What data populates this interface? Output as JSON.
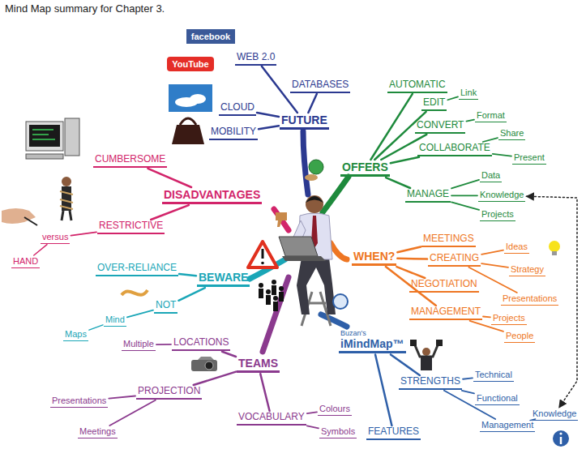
{
  "diagram": {
    "title": "Mind Map summary for Chapter 3.",
    "nodes": [
      {
        "text": [
          "FUTURE"
        ]
      },
      {
        "text": [
          "WEB 2.0"
        ]
      },
      {
        "text": [
          "DATABASES"
        ]
      },
      {
        "text": [
          "CLOUD"
        ]
      },
      {
        "text": [
          "MOBILITY"
        ]
      },
      {
        "text": [
          "OFFERS"
        ]
      },
      {
        "text": [
          "AUTOMATIC"
        ]
      },
      {
        "text": [
          "EDIT"
        ]
      },
      {
        "text": [
          "Link"
        ]
      },
      {
        "text": [
          "CONVERT"
        ]
      },
      {
        "text": [
          "Format"
        ]
      },
      {
        "text": [
          "COLLABORATE"
        ]
      },
      {
        "text": [
          "Share"
        ]
      },
      {
        "text": [
          "Present"
        ]
      },
      {
        "text": [
          "MANAGE"
        ]
      },
      {
        "text": [
          "Data"
        ]
      },
      {
        "text": [
          "Knowledge"
        ]
      },
      {
        "text": [
          "Projects"
        ]
      },
      {
        "text": [
          "WHEN?"
        ]
      },
      {
        "text": [
          "MEETINGS"
        ]
      },
      {
        "text": [
          "CREATING"
        ]
      },
      {
        "text": [
          "Ideas"
        ]
      },
      {
        "text": [
          "Strategy"
        ]
      },
      {
        "text": [
          "Presentations"
        ]
      },
      {
        "text": [
          "NEGOTIATION"
        ]
      },
      {
        "text": [
          "MANAGEMENT"
        ]
      },
      {
        "text": [
          "Projects"
        ]
      },
      {
        "text": [
          "People"
        ]
      },
      {
        "text": [
          "Buzan's",
          "iMindMap™"
        ]
      },
      {
        "text": [
          "STRENGTHS"
        ]
      },
      {
        "text": [
          "Technical"
        ]
      },
      {
        "text": [
          "Functional"
        ]
      },
      {
        "text": [
          "Management"
        ]
      },
      {
        "text": [
          "Knowledge"
        ]
      },
      {
        "text": [
          "FEATURES"
        ]
      },
      {
        "text": [
          "TEAMS"
        ]
      },
      {
        "text": [
          "LOCATIONS"
        ]
      },
      {
        "text": [
          "Multiple"
        ]
      },
      {
        "text": [
          "PROJECTION"
        ]
      },
      {
        "text": [
          "Presentations"
        ]
      },
      {
        "text": [
          "Meetings"
        ]
      },
      {
        "text": [
          "VOCABULARY"
        ]
      },
      {
        "text": [
          "Colours"
        ]
      },
      {
        "text": [
          "Symbols"
        ]
      },
      {
        "text": [
          "BEWARE"
        ]
      },
      {
        "text": [
          "OVER-RELIANCE"
        ]
      },
      {
        "text": [
          "NOT"
        ]
      },
      {
        "text": [
          "Mind"
        ]
      },
      {
        "text": [
          "Maps"
        ]
      },
      {
        "text": [
          "DISADVANTAGES"
        ]
      },
      {
        "text": [
          "CUMBERSOME"
        ]
      },
      {
        "text": [
          "RESTRICTIVE"
        ]
      },
      {
        "text": [
          "versus"
        ]
      },
      {
        "text": [
          "HAND"
        ]
      }
    ],
    "edges": [
      {
        "from": 0,
        "to": 1,
        "arrow": "none"
      },
      {
        "from": 0,
        "to": 2,
        "arrow": "none"
      },
      {
        "from": 0,
        "to": 3,
        "arrow": "none"
      },
      {
        "from": 0,
        "to": 4,
        "arrow": "none"
      },
      {
        "from": 5,
        "to": 6,
        "arrow": "none"
      },
      {
        "from": 5,
        "to": 7,
        "arrow": "none"
      },
      {
        "from": 7,
        "to": 8,
        "arrow": "none"
      },
      {
        "from": 5,
        "to": 9,
        "arrow": "none"
      },
      {
        "from": 9,
        "to": 10,
        "arrow": "none"
      },
      {
        "from": 5,
        "to": 11,
        "arrow": "none"
      },
      {
        "from": 11,
        "to": 12,
        "arrow": "none"
      },
      {
        "from": 11,
        "to": 13,
        "arrow": "none"
      },
      {
        "from": 5,
        "to": 14,
        "arrow": "none"
      },
      {
        "from": 14,
        "to": 15,
        "arrow": "none"
      },
      {
        "from": 14,
        "to": 16,
        "arrow": "none"
      },
      {
        "from": 14,
        "to": 17,
        "arrow": "none"
      },
      {
        "from": 18,
        "to": 19,
        "arrow": "none"
      },
      {
        "from": 18,
        "to": 20,
        "arrow": "none"
      },
      {
        "from": 20,
        "to": 21,
        "arrow": "none"
      },
      {
        "from": 20,
        "to": 22,
        "arrow": "none"
      },
      {
        "from": 20,
        "to": 23,
        "arrow": "none"
      },
      {
        "from": 18,
        "to": 24,
        "arrow": "none"
      },
      {
        "from": 18,
        "to": 25,
        "arrow": "none"
      },
      {
        "from": 25,
        "to": 26,
        "arrow": "none"
      },
      {
        "from": 25,
        "to": 27,
        "arrow": "none"
      },
      {
        "from": 28,
        "to": 29,
        "arrow": "none"
      },
      {
        "from": 29,
        "to": 30,
        "arrow": "none"
      },
      {
        "from": 29,
        "to": 31,
        "arrow": "none"
      },
      {
        "from": 29,
        "to": 32,
        "arrow": "none"
      },
      {
        "from": 32,
        "to": 33,
        "arrow": "none"
      },
      {
        "from": 28,
        "to": 34,
        "arrow": "none"
      },
      {
        "from": 35,
        "to": 36,
        "arrow": "none"
      },
      {
        "from": 36,
        "to": 37,
        "arrow": "none"
      },
      {
        "from": 35,
        "to": 38,
        "arrow": "none"
      },
      {
        "from": 38,
        "to": 39,
        "arrow": "none"
      },
      {
        "from": 38,
        "to": 40,
        "arrow": "none"
      },
      {
        "from": 35,
        "to": 41,
        "arrow": "none"
      },
      {
        "from": 41,
        "to": 42,
        "arrow": "none"
      },
      {
        "from": 41,
        "to": 43,
        "arrow": "none"
      },
      {
        "from": 44,
        "to": 45,
        "arrow": "none"
      },
      {
        "from": 44,
        "to": 46,
        "arrow": "none"
      },
      {
        "from": 46,
        "to": 47,
        "arrow": "none"
      },
      {
        "from": 47,
        "to": 48,
        "arrow": "none"
      },
      {
        "from": 49,
        "to": 50,
        "arrow": "none"
      },
      {
        "from": 49,
        "to": 51,
        "arrow": "none"
      },
      {
        "from": 51,
        "to": 52,
        "arrow": "none"
      },
      {
        "from": 52,
        "to": 53,
        "arrow": "none"
      },
      {
        "from": 16,
        "to": 33,
        "arrow": "both"
      }
    ],
    "labels": [
      "facebook",
      "YouTube"
    ]
  }
}
